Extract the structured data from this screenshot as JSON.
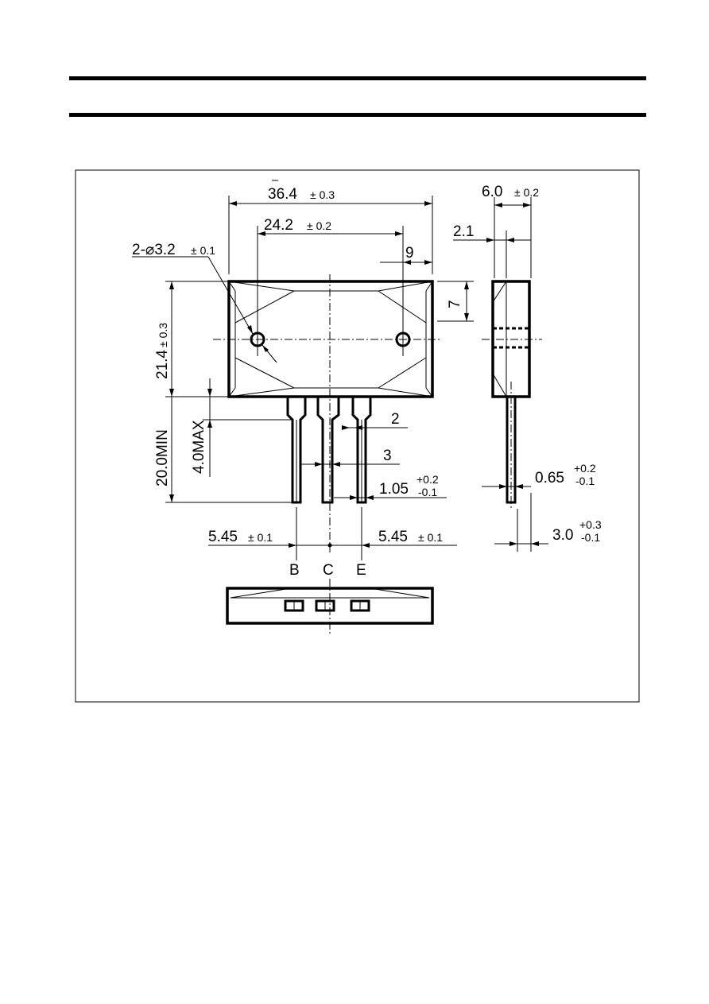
{
  "dims": {
    "width_total": "36.4",
    "width_total_tol": "± 0.3",
    "hole_pitch": "24.2",
    "hole_pitch_tol": "± 0.2",
    "hole_dia": "2-⌀3.2",
    "hole_dia_tol": "± 0.1",
    "hole_edge": "9",
    "thickness": "6.0",
    "thickness_tol": "± 0.2",
    "flange": "2.1",
    "hole_height": "7",
    "body_height": "21.4",
    "body_height_tol": "± 0.3",
    "lead_length": "20.0MIN",
    "lead_base": "4.0MAX",
    "lead_width_upper": "2",
    "lead_width_mid": "3",
    "lead_width": "1.05",
    "lead_width_tol_plus": "+0.2",
    "lead_width_tol_minus": "-0.1",
    "lead_thick": "0.65",
    "lead_thick_tol_plus": "+0.2",
    "lead_thick_tol_minus": "-0.1",
    "lead_offset": "3.0",
    "lead_offset_tol_plus": "+0.3",
    "lead_offset_tol_minus": "-0.1",
    "pitch_left": "5.45",
    "pitch_left_tol": "± 0.1",
    "pitch_right": "5.45",
    "pitch_right_tol": "± 0.1"
  },
  "pins": {
    "b": "B",
    "c": "C",
    "e": "E"
  }
}
